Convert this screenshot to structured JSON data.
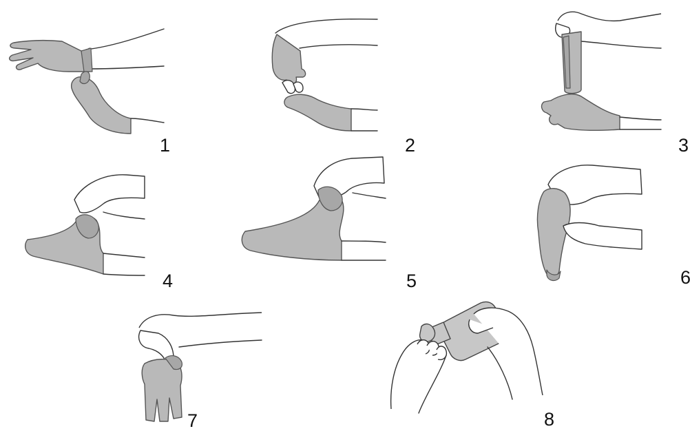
{
  "steps": [
    {
      "number": "1"
    },
    {
      "number": "2"
    },
    {
      "number": "3"
    },
    {
      "number": "4"
    },
    {
      "number": "5"
    },
    {
      "number": "6"
    },
    {
      "number": "7"
    },
    {
      "number": "8"
    }
  ],
  "colors": {
    "glove": "#b9b9b9",
    "line": "#333333",
    "background": "#ffffff"
  },
  "icons": [
    "gloved-hand-icon",
    "bare-hand-icon",
    "sanitizer-bottle-icon"
  ]
}
